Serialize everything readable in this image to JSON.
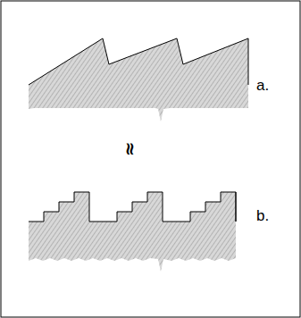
{
  "diagram": {
    "labels": [
      "a.",
      "≈",
      "b."
    ]
  }
}
